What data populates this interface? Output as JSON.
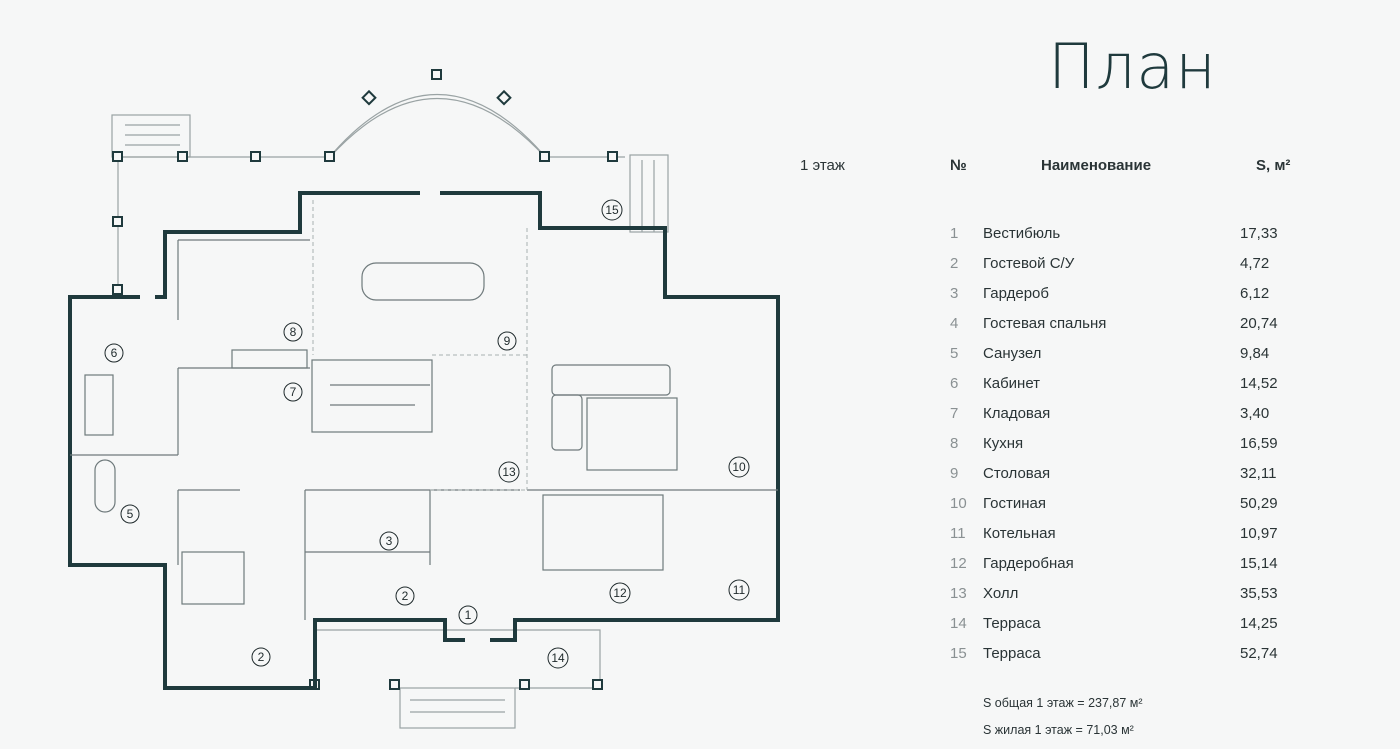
{
  "title": "План",
  "floor_label": "1 этаж",
  "table": {
    "headers": {
      "num": "№",
      "name": "Наименование",
      "area": "S, м²"
    },
    "rows": [
      {
        "num": "1",
        "name": "Вестибюль",
        "area": "17,33"
      },
      {
        "num": "2",
        "name": "Гостевой С/У",
        "area": "4,72"
      },
      {
        "num": "3",
        "name": "Гардероб",
        "area": "6,12"
      },
      {
        "num": "4",
        "name": "Гостевая спальня",
        "area": "20,74"
      },
      {
        "num": "5",
        "name": "Санузел",
        "area": "9,84"
      },
      {
        "num": "6",
        "name": "Кабинет",
        "area": "14,52"
      },
      {
        "num": "7",
        "name": "Кладовая",
        "area": "3,40"
      },
      {
        "num": "8",
        "name": "Кухня",
        "area": "16,59"
      },
      {
        "num": "9",
        "name": "Столовая",
        "area": "32,11"
      },
      {
        "num": "10",
        "name": "Гостиная",
        "area": "50,29"
      },
      {
        "num": "11",
        "name": "Котельная",
        "area": "10,97"
      },
      {
        "num": "12",
        "name": "Гардеробная",
        "area": "15,14"
      },
      {
        "num": "13",
        "name": "Холл",
        "area": "35,53"
      },
      {
        "num": "14",
        "name": "Терраса",
        "area": "14,25"
      },
      {
        "num": "15",
        "name": "Терраса",
        "area": "52,74"
      }
    ]
  },
  "totals": {
    "total": "S общая 1 этаж = 237,87 м²",
    "living": "S жилая 1 этаж = 71,03 м²"
  },
  "plan_labels": [
    "1",
    "2",
    "2",
    "3",
    "5",
    "6",
    "7",
    "8",
    "9",
    "10",
    "11",
    "12",
    "13",
    "14",
    "15"
  ],
  "colors": {
    "wall": "#1f3a3d",
    "background": "#f6f7f7",
    "text": "#2a3436"
  }
}
